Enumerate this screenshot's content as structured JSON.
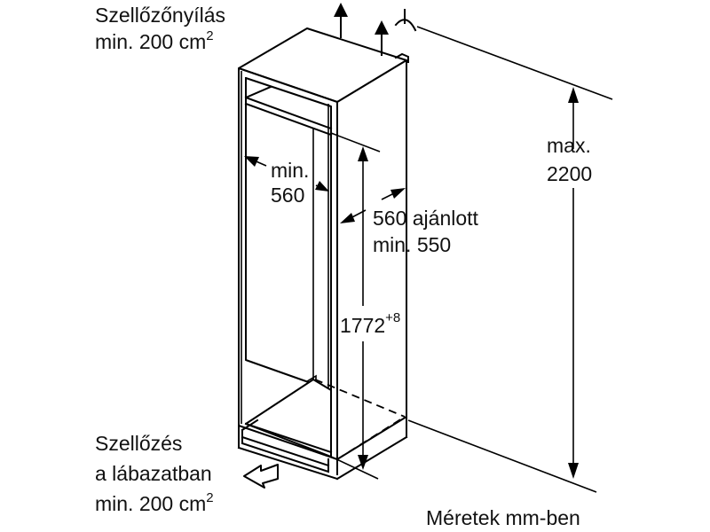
{
  "diagram": {
    "type": "built-in refrigerator niche installation dimensions",
    "labels": {
      "top_vent_line1": "Szellőzőnyílás",
      "top_vent_line2": "min. 200 cm",
      "top_vent_sup": "2",
      "niche_width_line1": "min.",
      "niche_width_line2": "560",
      "niche_depth_line1": "560 ajánlott",
      "niche_depth_line2": "min. 550",
      "niche_height": "1772",
      "niche_height_sup": "+8",
      "max_height_line1": "max.",
      "max_height_line2": "2200",
      "plinth_vent_line1": "Szellőzés",
      "plinth_vent_line2": "a lábazatban",
      "plinth_vent_line3": "min. 200 cm",
      "plinth_vent_sup": "2",
      "units_note": "Méretek mm-ben"
    },
    "icons": {
      "airflow_up": "arrow-up-icon",
      "airflow_in": "arrow-hollow-icon",
      "break_symbol": "dimension-break-icon"
    },
    "colors": {
      "line": "#000000",
      "text": "#111111",
      "background": "#ffffff"
    }
  }
}
